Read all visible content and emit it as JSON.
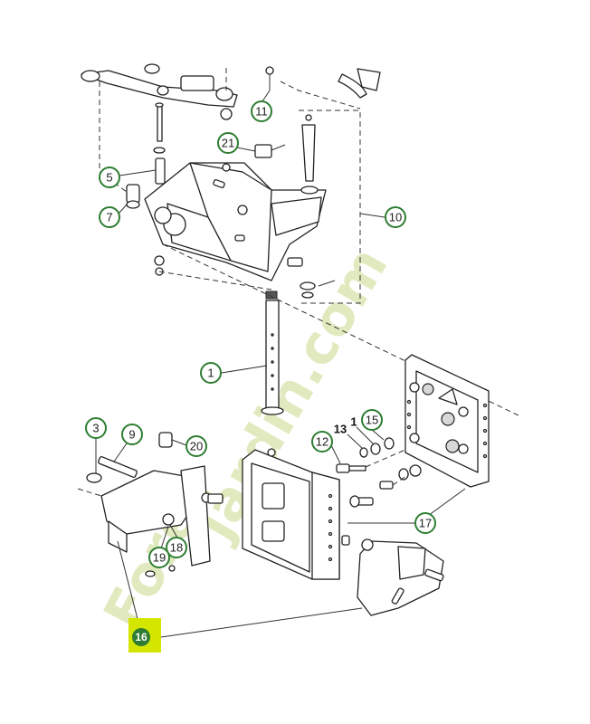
{
  "diagram": {
    "callouts": [
      {
        "id": "1",
        "label": "1"
      },
      {
        "id": "3",
        "label": "3"
      },
      {
        "id": "5",
        "label": "5"
      },
      {
        "id": "7",
        "label": "7"
      },
      {
        "id": "9",
        "label": "9"
      },
      {
        "id": "10",
        "label": "10"
      },
      {
        "id": "11",
        "label": "11"
      },
      {
        "id": "12",
        "label": "12"
      },
      {
        "id": "15",
        "label": "15"
      },
      {
        "id": "17",
        "label": "17"
      },
      {
        "id": "18",
        "label": "18"
      },
      {
        "id": "19",
        "label": "19"
      },
      {
        "id": "20",
        "label": "20"
      },
      {
        "id": "21",
        "label": "21"
      }
    ],
    "plain_labels": [
      "13",
      "1"
    ],
    "highlight_label": "16",
    "colors": {
      "callout_ring": "#2e7d32",
      "highlight_badge": "#d4e600",
      "watermark": "#c9d98a",
      "line": "#222222"
    }
  },
  "watermark": {
    "left": "Forêt",
    "right": "jardin.com"
  }
}
